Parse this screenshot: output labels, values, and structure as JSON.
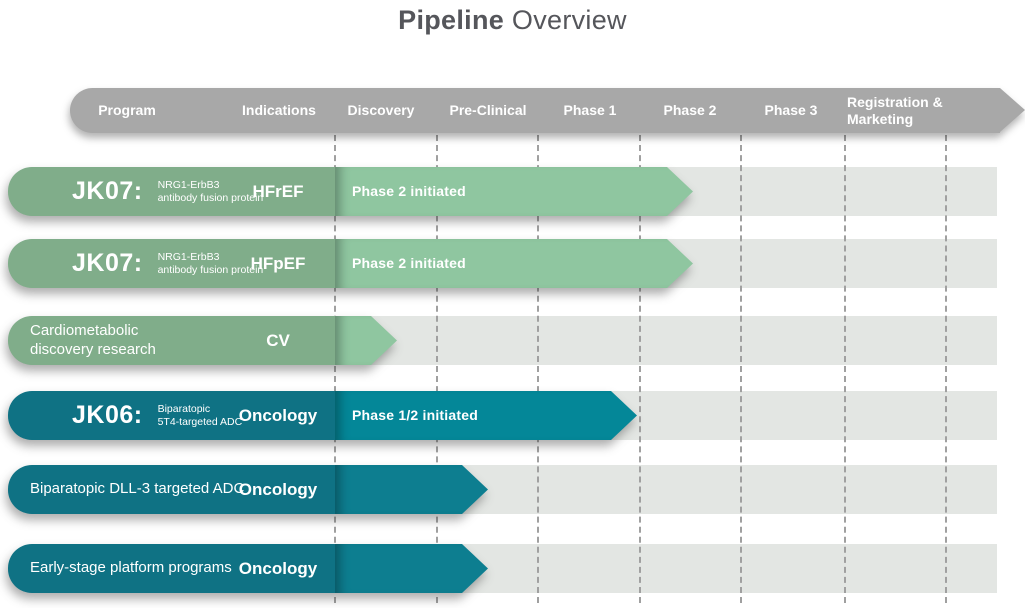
{
  "title": {
    "bold": "Pipeline",
    "regular": "Overview"
  },
  "header": {
    "columns": [
      "Program",
      "Indications",
      "Discovery",
      "Pre-Clinical",
      "Phase 1",
      "Phase 2",
      "Phase 3",
      "Registration & Marketing"
    ]
  },
  "rows": [
    {
      "code": "JK07:",
      "sub": [
        "NRG1-ErbB3",
        "antibody fusion protein"
      ],
      "indication": "HFrEF",
      "status": "Phase 2 initiated",
      "progress": "mid Phase 2",
      "theme": "green"
    },
    {
      "code": "JK07:",
      "sub": [
        "NRG1-ErbB3",
        "antibody fusion protein"
      ],
      "indication": "HFpEF",
      "status": "Phase 2 initiated",
      "progress": "mid Phase 2",
      "theme": "green"
    },
    {
      "name": [
        "Cardiometabolic",
        "discovery research"
      ],
      "indication": "CV",
      "status": "",
      "progress": "mid Discovery",
      "theme": "green"
    },
    {
      "code": "JK06:",
      "sub": [
        "Biparatopic",
        "5T4-targeted ADC"
      ],
      "indication": "Oncology",
      "status": "Phase 1/2 initiated",
      "progress": "end of Phase 1",
      "theme": "teal"
    },
    {
      "name": [
        "Biparatopic DLL-3 targeted ADC"
      ],
      "indication": "Oncology",
      "status": "",
      "progress": "mid Pre-Clinical",
      "theme": "teal"
    },
    {
      "name": [
        "Early-stage platform programs"
      ],
      "indication": "Oncology",
      "status": "",
      "progress": "mid Pre-Clinical",
      "theme": "teal"
    }
  ],
  "colors": {
    "title_text": "#55565b",
    "header_bar": "#a8a8a8",
    "header_text": "#ffffff",
    "row_band": "#e3e6e3",
    "gridline": "#a0a0a0",
    "green_pill": "#80ad8a",
    "green_arrow": "#8fc6a0",
    "teal_pill": "#0f7284",
    "teal_arrow": "#048798",
    "teal_arrow_dark": "#0d7e90",
    "row_text": "#ffffff"
  }
}
